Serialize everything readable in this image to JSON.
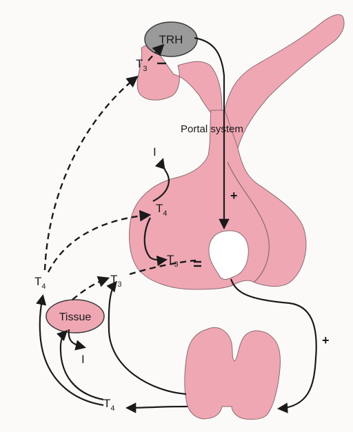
{
  "labels": {
    "trh": "TRH",
    "portal_system": "Portal system",
    "tissue": "Tissue",
    "t3": "T",
    "t3_sub": "3",
    "t4": "T",
    "t4_sub": "4",
    "iodide": "I",
    "plus": "+",
    "minus": "−"
  },
  "colors": {
    "gland_fill": "#efa7b4",
    "gland_stroke": "#8a6a70",
    "trh_fill": "#9a9a9a",
    "tissue_fill": "#efa7b4",
    "arrow": "#1a1a1a",
    "background": "#fbfaf8"
  }
}
